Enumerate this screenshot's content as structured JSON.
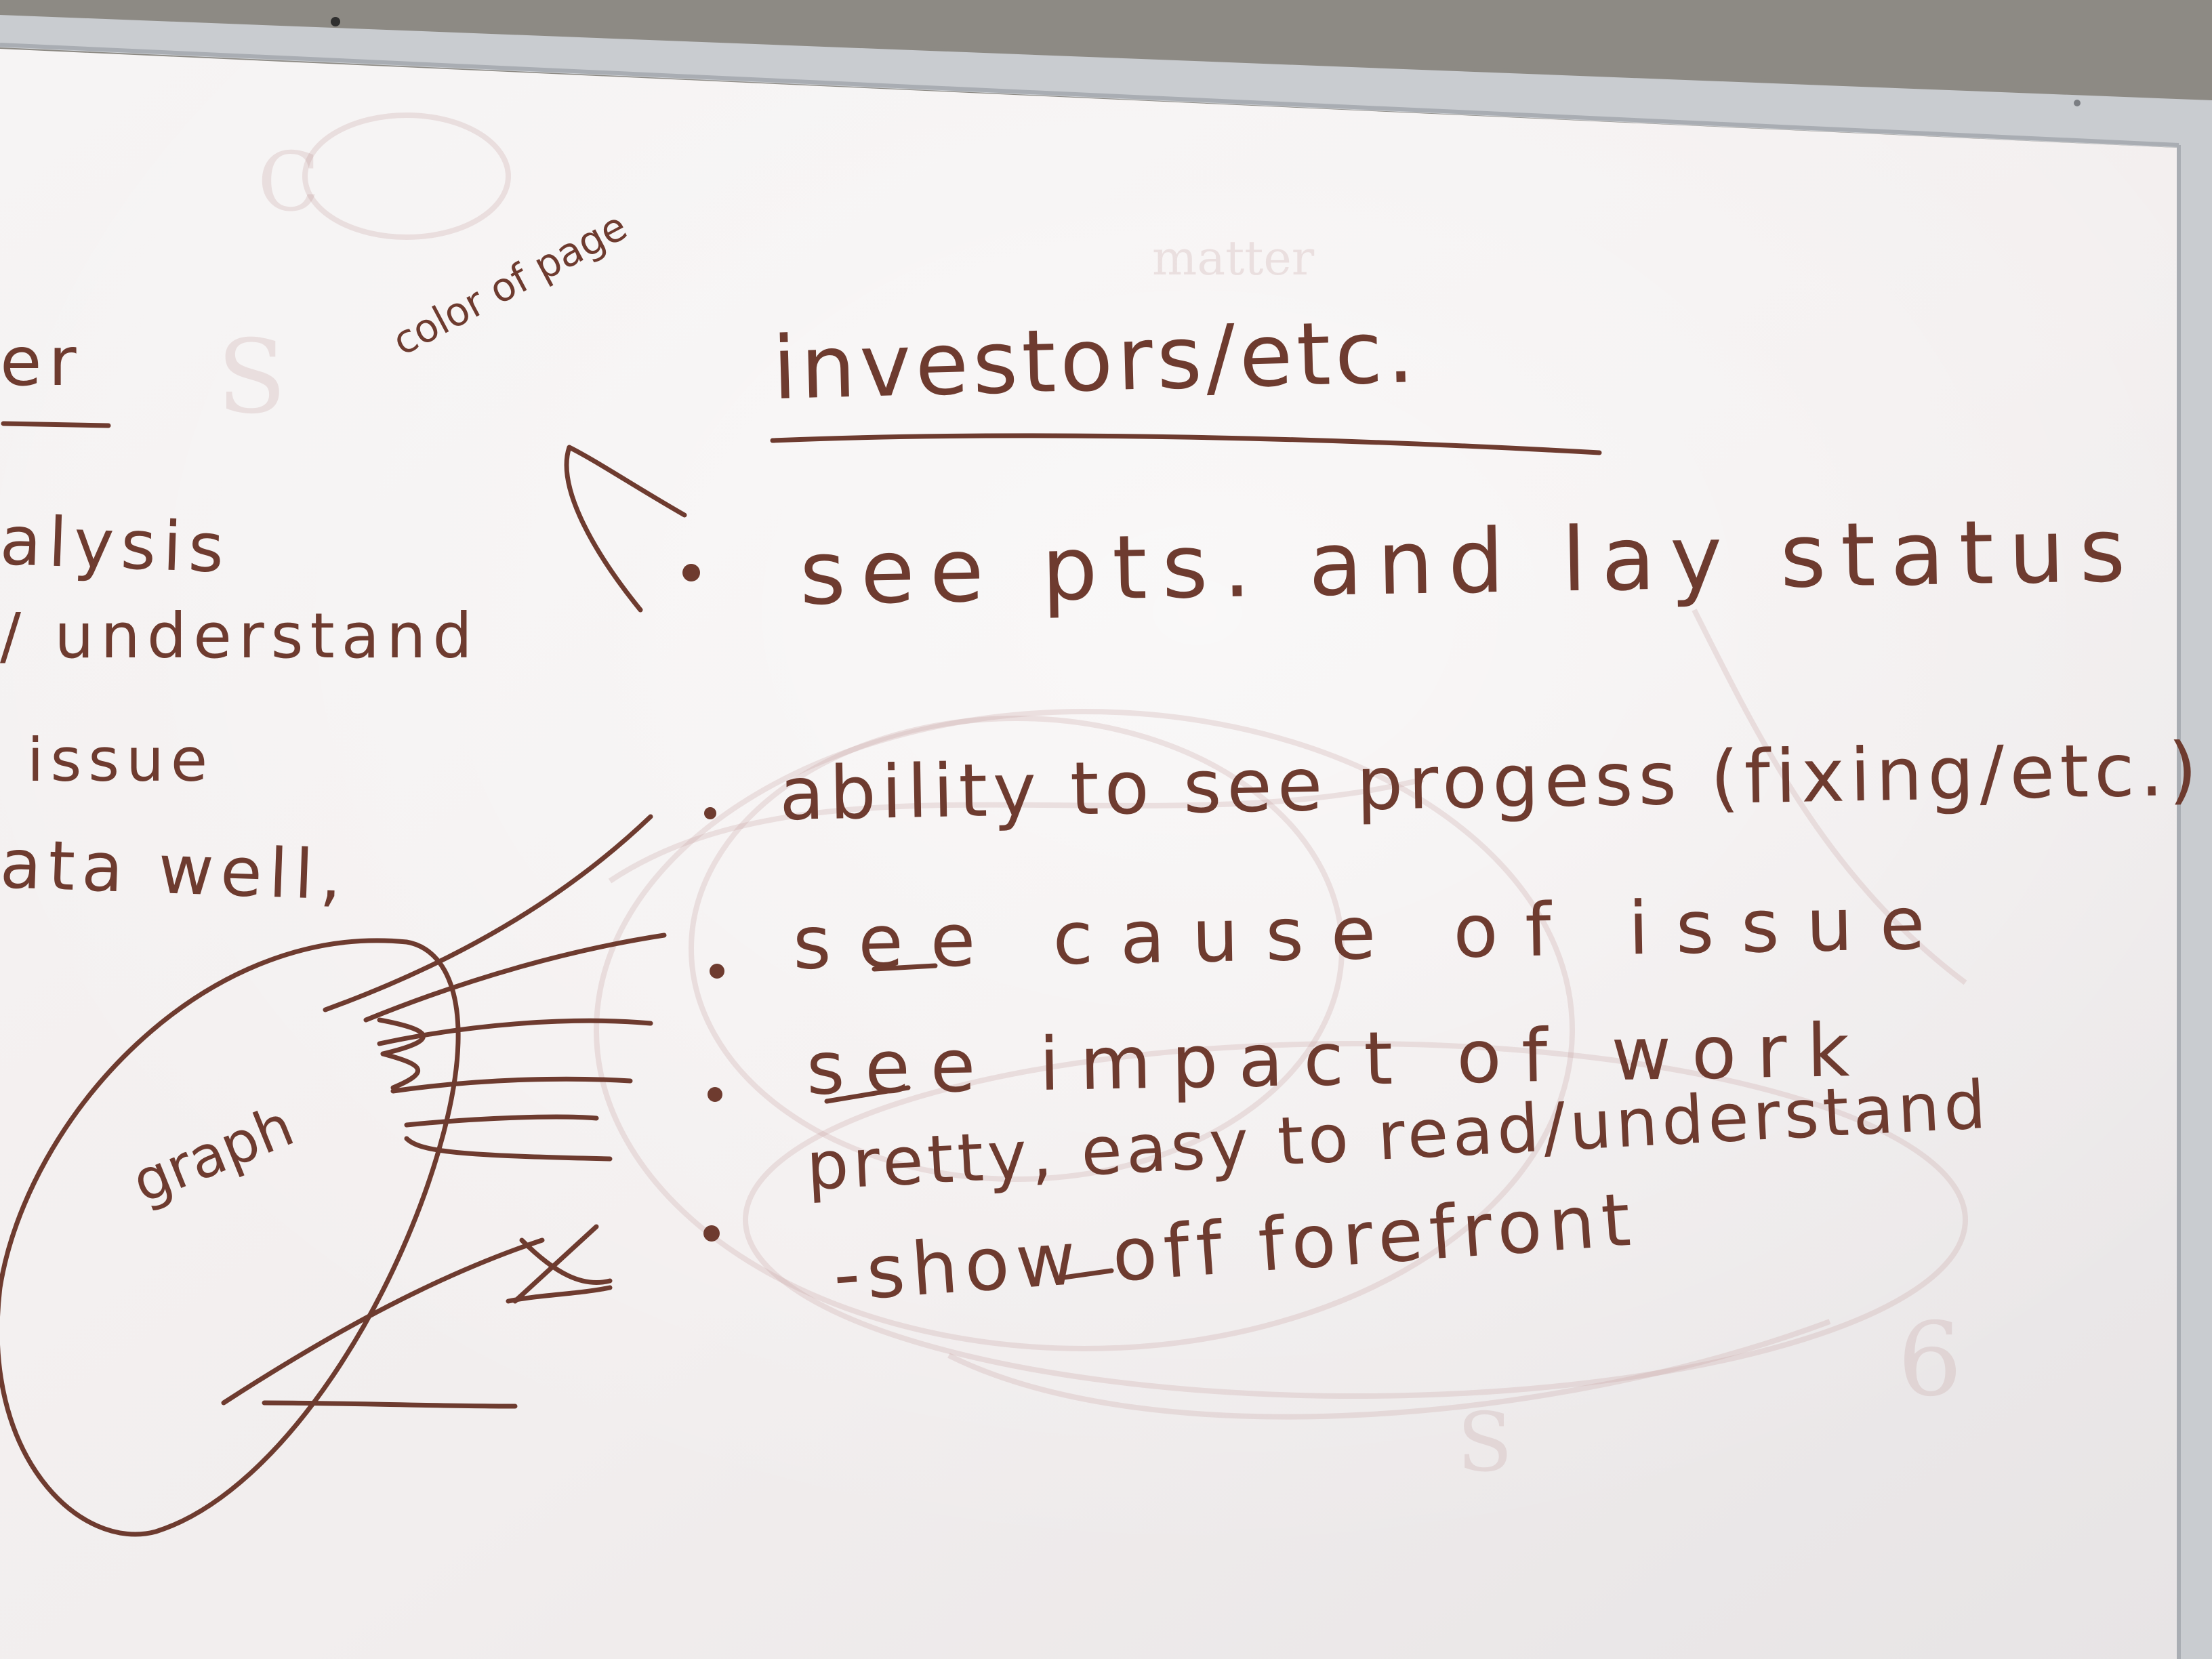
{
  "colors": {
    "wall": "#8d8a84",
    "frame": "#c9ccd0",
    "board": "#f4f1f1",
    "marker": "#6e3b2f"
  },
  "board": {
    "title": "investors/etc.",
    "title_note": "color of page",
    "bullets": [
      "see pts. and lay status",
      "ability to see progess (fixing/etc.)",
      "see cause of issue",
      "see impact of work",
      "pretty, easy to read/understand",
      "-show off forefront"
    ],
    "left_fragments": [
      "er",
      "alysis",
      "/ understand",
      "issue",
      "ata well,"
    ],
    "circle_label": "graph",
    "faint_marks": [
      "C",
      "S",
      "6",
      "S",
      "matter"
    ]
  }
}
